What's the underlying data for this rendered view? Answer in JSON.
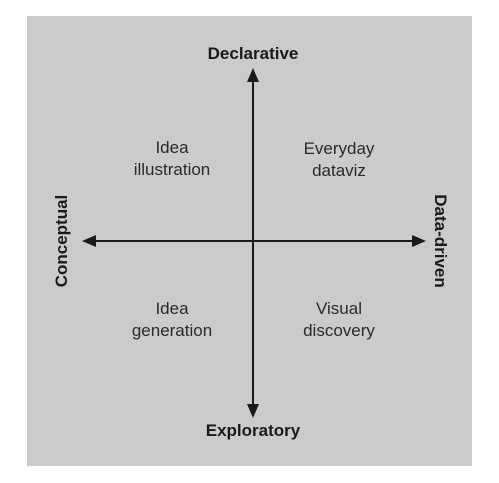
{
  "axes": {
    "top": "Declarative",
    "bottom": "Exploratory",
    "left": "Conceptual",
    "right": "Data-driven"
  },
  "quadrants": {
    "top_left": [
      "Idea",
      "illustration"
    ],
    "top_right": [
      "Everyday",
      "dataviz"
    ],
    "bottom_left": [
      "Idea",
      "generation"
    ],
    "bottom_right": [
      "Visual",
      "discovery"
    ]
  },
  "colors": {
    "panel": "#cbcbcb",
    "axis": "#1a1a1a",
    "text": "#2a2a2a"
  }
}
